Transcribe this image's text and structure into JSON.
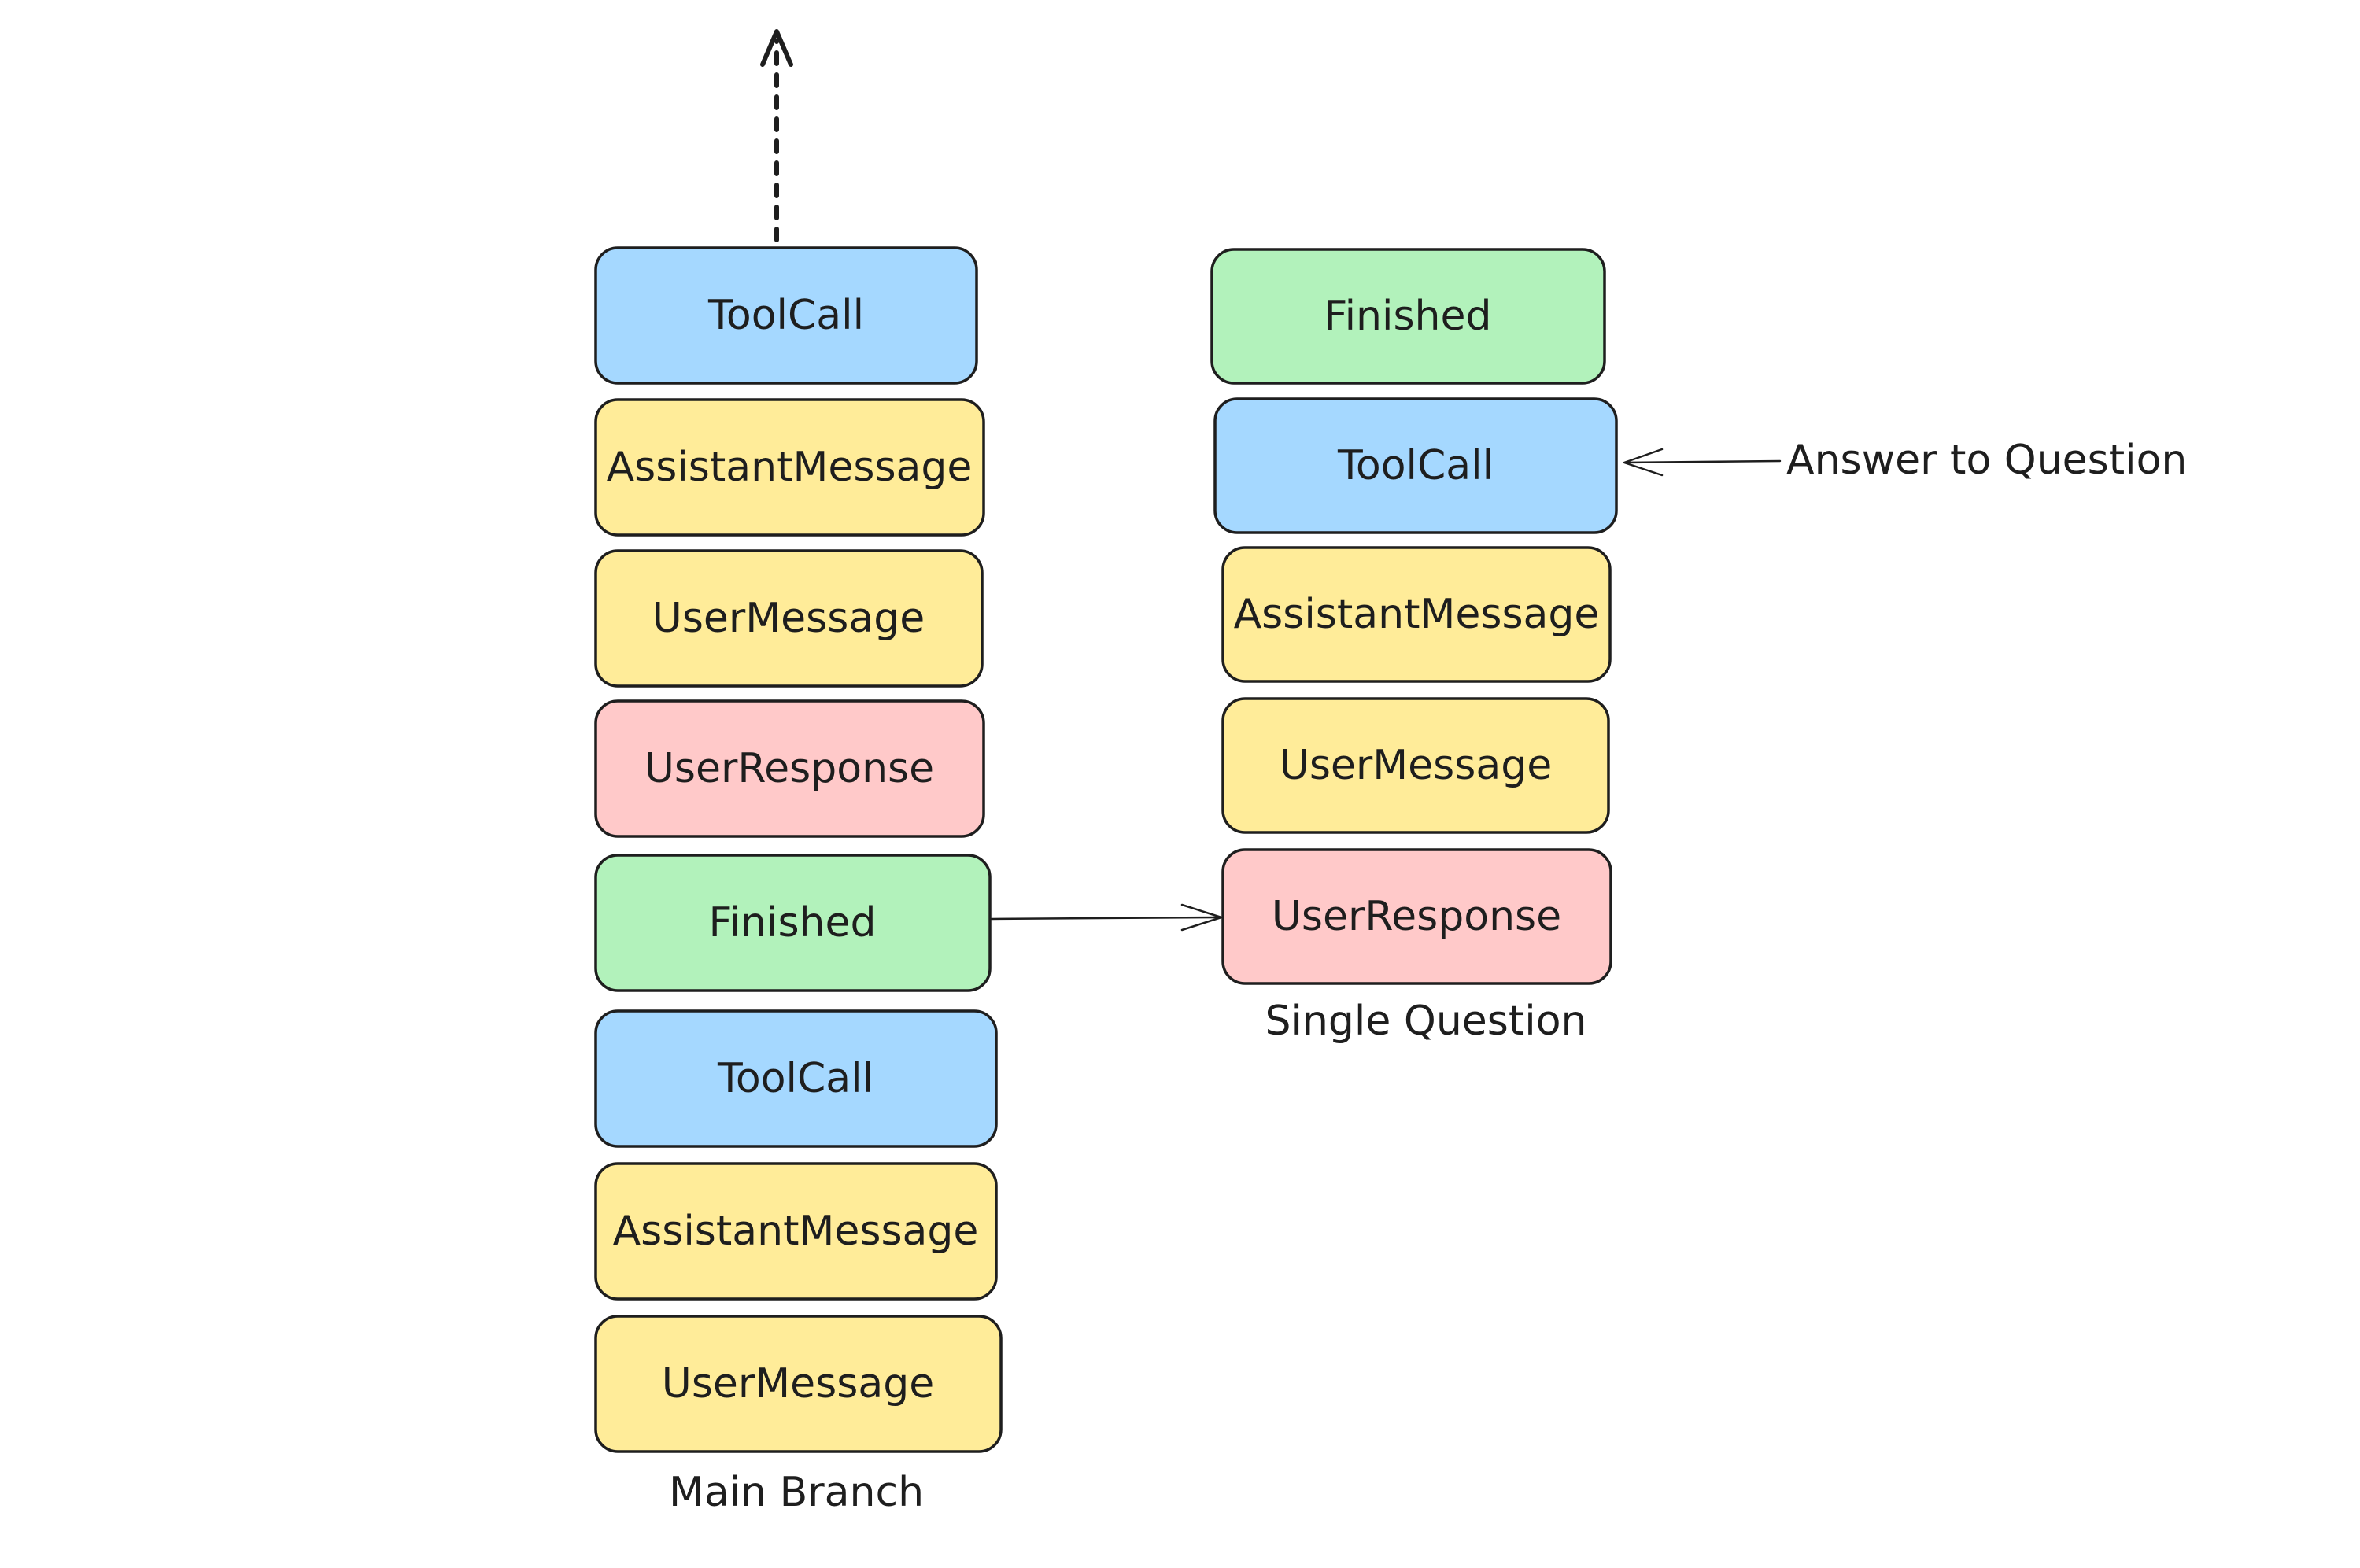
{
  "colors": {
    "blue": "#a5d8ff",
    "yellow": "#ffec99",
    "pink": "#ffc9c9",
    "green": "#b2f2bb",
    "stroke": "#1e1e1e"
  },
  "main_branch": {
    "caption": "Main Branch",
    "nodes": [
      {
        "label": "ToolCall",
        "color": "blue"
      },
      {
        "label": "AssistantMessage",
        "color": "yellow"
      },
      {
        "label": "UserMessage",
        "color": "yellow"
      },
      {
        "label": "UserResponse",
        "color": "pink"
      },
      {
        "label": "Finished",
        "color": "green"
      },
      {
        "label": "ToolCall",
        "color": "blue"
      },
      {
        "label": "AssistantMessage",
        "color": "yellow"
      },
      {
        "label": "UserMessage",
        "color": "yellow"
      }
    ]
  },
  "single_question": {
    "caption": "Single Question",
    "nodes": [
      {
        "label": "Finished",
        "color": "green"
      },
      {
        "label": "ToolCall",
        "color": "blue"
      },
      {
        "label": "AssistantMessage",
        "color": "yellow"
      },
      {
        "label": "UserMessage",
        "color": "yellow"
      },
      {
        "label": "UserResponse",
        "color": "pink"
      }
    ]
  },
  "annotations": {
    "answer_label": "Answer to Question"
  }
}
